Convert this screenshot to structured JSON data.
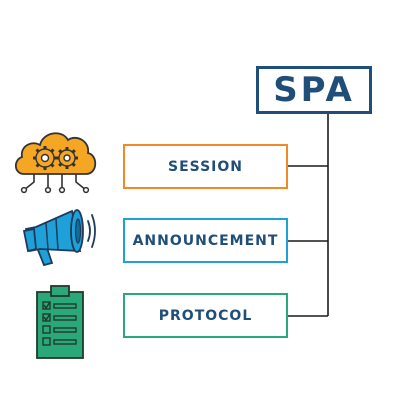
{
  "diagram": {
    "title": "SPA",
    "items": [
      {
        "label": "SESSION",
        "border_color": "#f08a24"
      },
      {
        "label": "ANNOUNCEMENT",
        "border_color": "#1ea1d8"
      },
      {
        "label": "PROTOCOL",
        "border_color": "#2aa87a"
      }
    ],
    "colors": {
      "title_border": "#1f4e79",
      "text": "#1f4e79",
      "connector": "#1a1a1a"
    },
    "icons": [
      "cloud-gears-icon",
      "megaphone-icon",
      "clipboard-checklist-icon"
    ]
  }
}
